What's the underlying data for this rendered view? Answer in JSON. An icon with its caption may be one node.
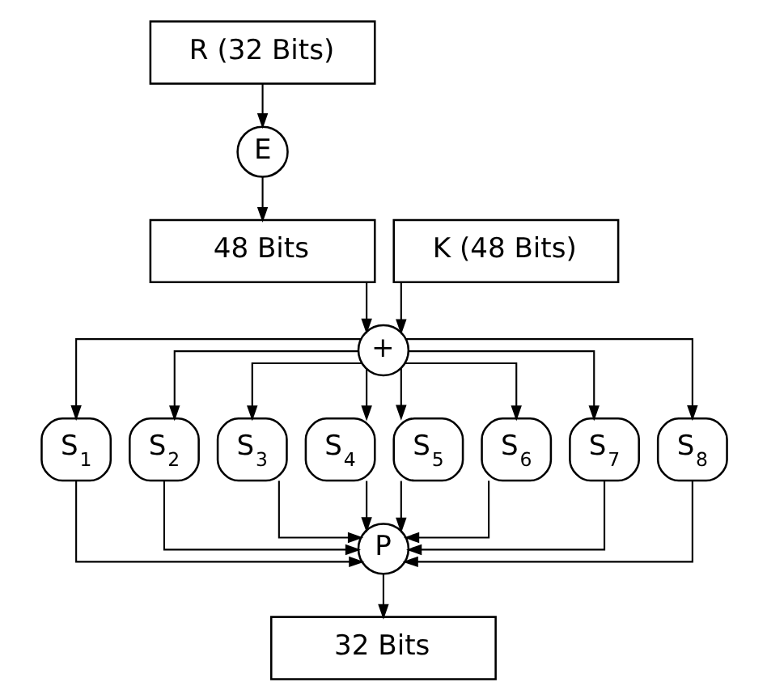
{
  "diagram": {
    "nodes": [
      {
        "text": [
          "R (32 Bits)"
        ]
      },
      {
        "text": [
          "E"
        ]
      },
      {
        "text": [
          "48 Bits"
        ]
      },
      {
        "text": [
          "K (48 Bits)"
        ]
      },
      {
        "text": [
          "+"
        ]
      },
      {
        "text": [
          "S$_{1}$"
        ]
      },
      {
        "text": [
          "S$_{2}$"
        ]
      },
      {
        "text": [
          "S$_{3}$"
        ]
      },
      {
        "text": [
          "S$_{4}$"
        ]
      },
      {
        "text": [
          "S$_{5}$"
        ]
      },
      {
        "text": [
          "S$_{6}$"
        ]
      },
      {
        "text": [
          "S$_{7}$"
        ]
      },
      {
        "text": [
          "S$_{8}$"
        ]
      },
      {
        "text": [
          "P"
        ]
      },
      {
        "text": [
          "32 Bits"
        ]
      }
    ],
    "edges": [
      {
        "from": 0,
        "to": 1,
        "arrow": "to"
      },
      {
        "from": 1,
        "to": 2,
        "arrow": "to"
      },
      {
        "from": 2,
        "to": 4,
        "arrow": "to"
      },
      {
        "from": 3,
        "to": 4,
        "arrow": "to"
      },
      {
        "from": 4,
        "to": 5,
        "arrow": "to"
      },
      {
        "from": 4,
        "to": 6,
        "arrow": "to"
      },
      {
        "from": 4,
        "to": 7,
        "arrow": "to"
      },
      {
        "from": 4,
        "to": 8,
        "arrow": "to"
      },
      {
        "from": 4,
        "to": 9,
        "arrow": "to"
      },
      {
        "from": 4,
        "to": 10,
        "arrow": "to"
      },
      {
        "from": 4,
        "to": 11,
        "arrow": "to"
      },
      {
        "from": 4,
        "to": 12,
        "arrow": "to"
      },
      {
        "from": 5,
        "to": 13,
        "arrow": "to"
      },
      {
        "from": 6,
        "to": 13,
        "arrow": "to"
      },
      {
        "from": 7,
        "to": 13,
        "arrow": "to"
      },
      {
        "from": 8,
        "to": 13,
        "arrow": "to"
      },
      {
        "from": 9,
        "to": 13,
        "arrow": "to"
      },
      {
        "from": 10,
        "to": 13,
        "arrow": "to"
      },
      {
        "from": 11,
        "to": 13,
        "arrow": "to"
      },
      {
        "from": 12,
        "to": 13,
        "arrow": "to"
      },
      {
        "from": 13,
        "to": 14,
        "arrow": "to"
      }
    ]
  }
}
